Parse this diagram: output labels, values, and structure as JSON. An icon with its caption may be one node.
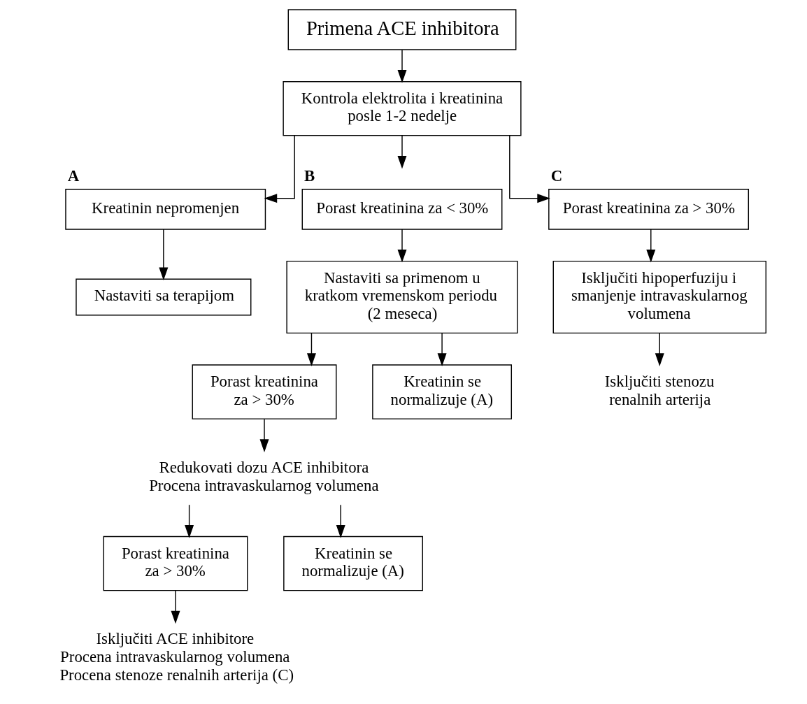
{
  "diagram": {
    "nodes": [
      {
        "text": [
          "Primena ACE inhibitora"
        ]
      },
      {
        "text": [
          "Kontrola elektrolita i kreatinina posle 1-2 nedelje"
        ]
      },
      {
        "text": [
          "A",
          "Kreatinin nepromenjen"
        ]
      },
      {
        "text": [
          "B",
          "Porast kreatinina za < 30%"
        ]
      },
      {
        "text": [
          "C",
          "Porast kreatinina za > 30%"
        ]
      },
      {
        "text": [
          "Nastaviti sa terapijom"
        ]
      },
      {
        "text": [
          "Nastaviti sa primenom u kratkom vremenskom periodu (2 meseca)"
        ]
      },
      {
        "text": [
          "Isključiti hipoperfuziju i smanjenje intravaskularnog volumena"
        ]
      },
      {
        "text": [
          "Porast kreatinina za > 30%"
        ]
      },
      {
        "text": [
          "Kreatinin se normalizuje (A)"
        ]
      },
      {
        "text": [
          "Isključiti stenozu renalnih arterija"
        ]
      },
      {
        "text": [
          "Redukovati dozu ACE inhibitora",
          "Procena intravaskularnog volumena"
        ]
      },
      {
        "text": [
          "Porast kreatinina za > 30%"
        ]
      },
      {
        "text": [
          "Kreatinin se normalizuje (A)"
        ]
      },
      {
        "text": [
          "Isključiti ACE inhibitore",
          "Procena intravaskularnog volumena",
          "Procena stenoze renalnih arterija (C)"
        ]
      }
    ],
    "edges": [
      {
        "from": 0,
        "to": 1,
        "arrow": "to"
      },
      {
        "from": 1,
        "to": 2,
        "arrow": "to"
      },
      {
        "from": 1,
        "to": 3,
        "arrow": "to"
      },
      {
        "from": 1,
        "to": 4,
        "arrow": "to"
      },
      {
        "from": 2,
        "to": 5,
        "arrow": "to"
      },
      {
        "from": 3,
        "to": 6,
        "arrow": "to"
      },
      {
        "from": 4,
        "to": 7,
        "arrow": "to"
      },
      {
        "from": 7,
        "to": 10,
        "arrow": "to"
      },
      {
        "from": 6,
        "to": 8,
        "arrow": "to"
      },
      {
        "from": 6,
        "to": 9,
        "arrow": "to"
      },
      {
        "from": 8,
        "to": 11,
        "arrow": "to"
      },
      {
        "from": 11,
        "to": 12,
        "arrow": "to"
      },
      {
        "from": 11,
        "to": 13,
        "arrow": "to"
      },
      {
        "from": 12,
        "to": 14,
        "arrow": "to"
      }
    ]
  }
}
